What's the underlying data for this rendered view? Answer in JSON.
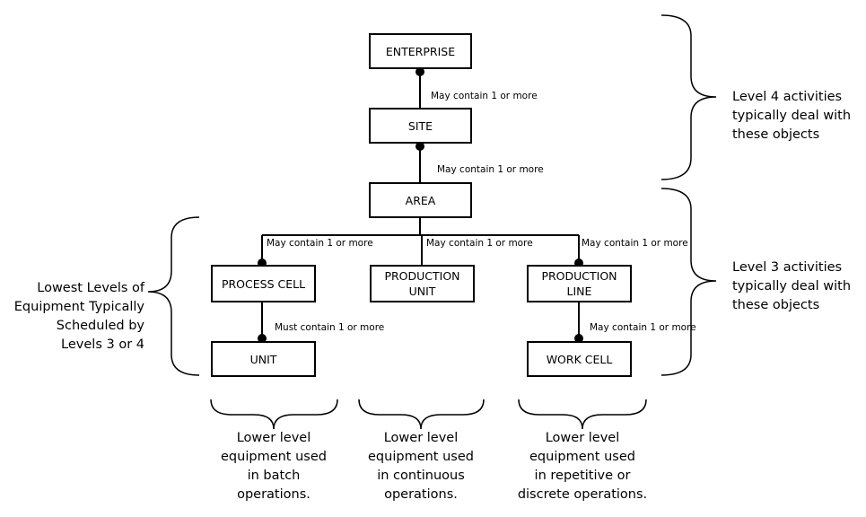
{
  "nodes": {
    "enterprise": "ENTERPRISE",
    "site": "SITE",
    "area": "AREA",
    "process_cell": "PROCESS CELL",
    "production_unit": "PRODUCTION\nUNIT",
    "production_line": "PRODUCTION\nLINE",
    "unit": "UNIT",
    "work_cell": "WORK CELL"
  },
  "relations": {
    "enterprise_site": "May contain 1 or more",
    "site_area": "May contain 1 or more",
    "area_process_cell": "May contain 1 or more",
    "area_production_unit": "May contain 1 or more",
    "area_production_line": "May contain 1 or more",
    "process_cell_unit": "Must contain 1 or more",
    "production_line_work_cell": "May contain 1 or more"
  },
  "annotations": {
    "level4": "Level 4 activities\ntypically deal with\nthese objects",
    "level3": "Level 3 activities\ntypically deal with\nthese objects",
    "lowest_levels": "Lowest Levels of\nEquipment Typically\nScheduled by\nLevels 3 or 4"
  },
  "bottom_notes": {
    "batch": "Lower level\nequipment used\nin batch\noperations.",
    "continuous": "Lower level\nequipment used\nin continuous\noperations.",
    "discrete": "Lower level\nequipment used\nin repetitive or\ndiscrete operations."
  }
}
